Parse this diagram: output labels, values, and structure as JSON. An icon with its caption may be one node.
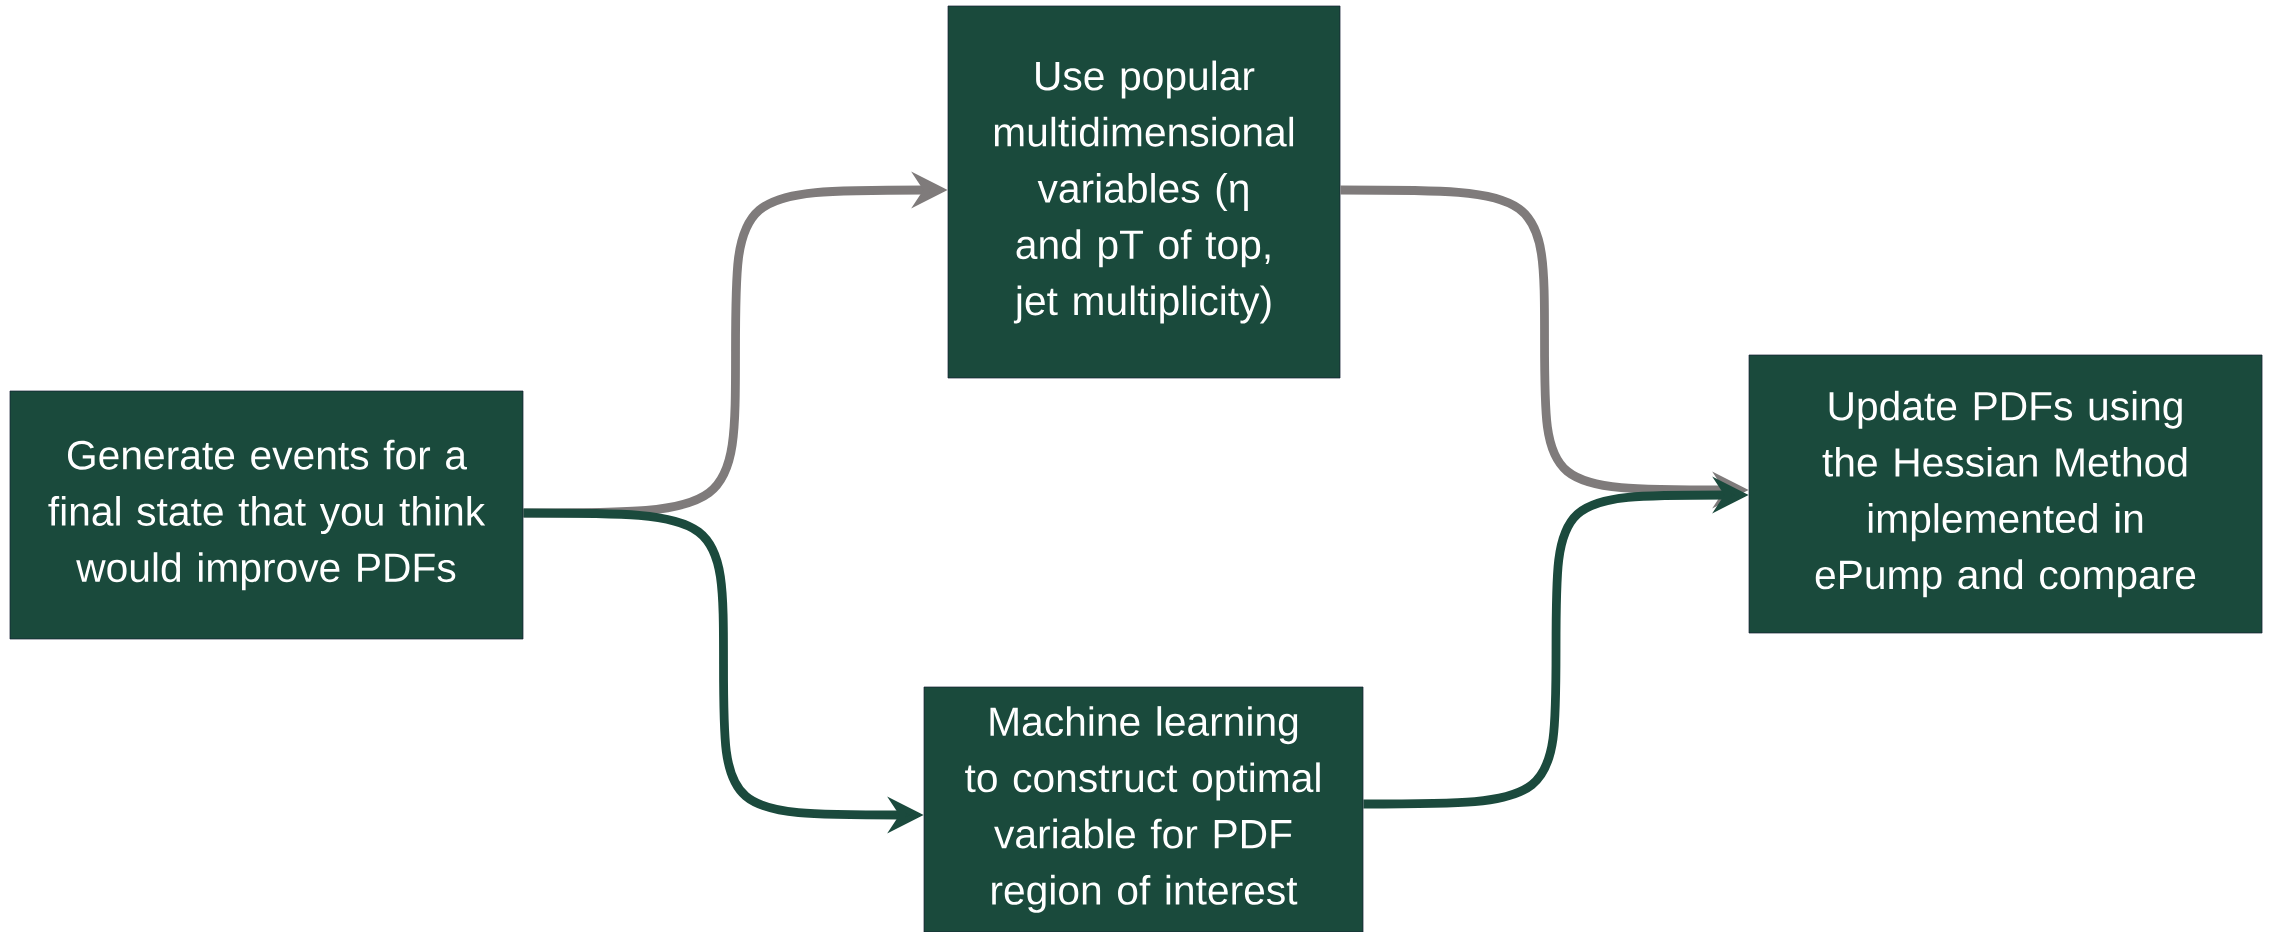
{
  "diagram": {
    "nodes": [
      {
        "text": [
          "Generate events for a final state that you think would improve PDFs"
        ]
      },
      {
        "text": [
          "Use popular multidimensional variables (η and pT of top, jet multiplicity)"
        ]
      },
      {
        "text": [
          "Machine learning to construct optimal variable for PDF region of interest"
        ]
      },
      {
        "text": [
          "Update PDFs using the Hessian Method implemented in ePump and compare"
        ]
      }
    ],
    "edges": [
      {
        "from": 0,
        "to": 1,
        "arrow": "to",
        "color": "#7f7b7b"
      },
      {
        "from": 0,
        "to": 2,
        "arrow": "to",
        "color": "#1b4a3d"
      },
      {
        "from": 1,
        "to": 3,
        "arrow": "to",
        "color": "#7f7b7b"
      },
      {
        "from": 2,
        "to": 3,
        "arrow": "to",
        "color": "#1b4a3d"
      }
    ]
  }
}
